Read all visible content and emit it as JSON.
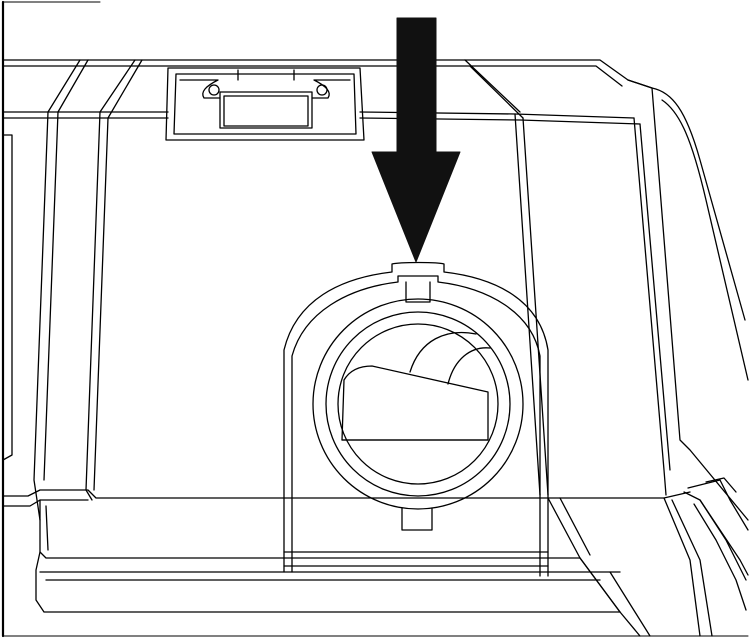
{
  "figure": {
    "style": "monochrome line drawing",
    "subject": "device-housing-with-circular-port",
    "callout": {
      "type": "arrow",
      "direction": "down",
      "points_to": "circular-port-notch"
    }
  },
  "colors": {
    "background": "#ffffff",
    "line": "#000000",
    "arrow_fill": "#111111"
  },
  "icons": {
    "callout": "down-arrow-icon"
  }
}
